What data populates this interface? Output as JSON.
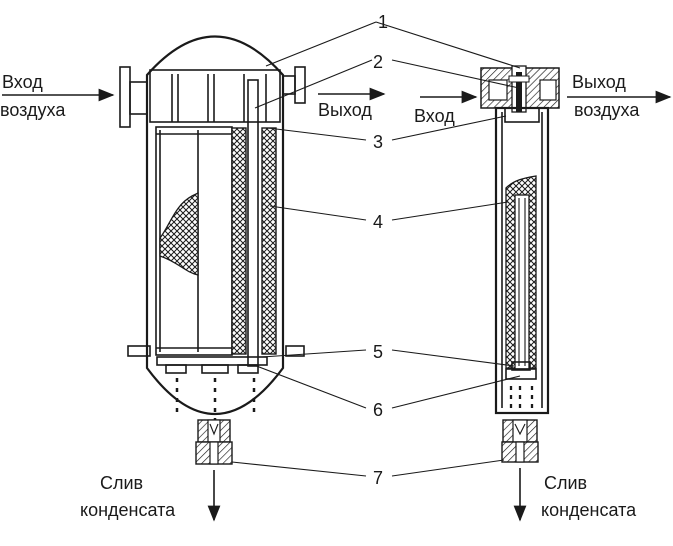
{
  "labels": {
    "left_inlet": [
      "Вход",
      "воздуха"
    ],
    "left_outlet": "Выход",
    "right_inlet": "Вход",
    "right_outlet": [
      "Выход",
      "воздуха"
    ],
    "left_drain": [
      "Слив",
      "конденсата"
    ],
    "right_drain": [
      "Слив",
      "конденсата"
    ]
  },
  "callouts": [
    "1",
    "2",
    "3",
    "4",
    "5",
    "6",
    "7"
  ],
  "colors": {
    "ink": "#1a1a1a",
    "background": "#ffffff",
    "section": "#d9d9d9"
  }
}
